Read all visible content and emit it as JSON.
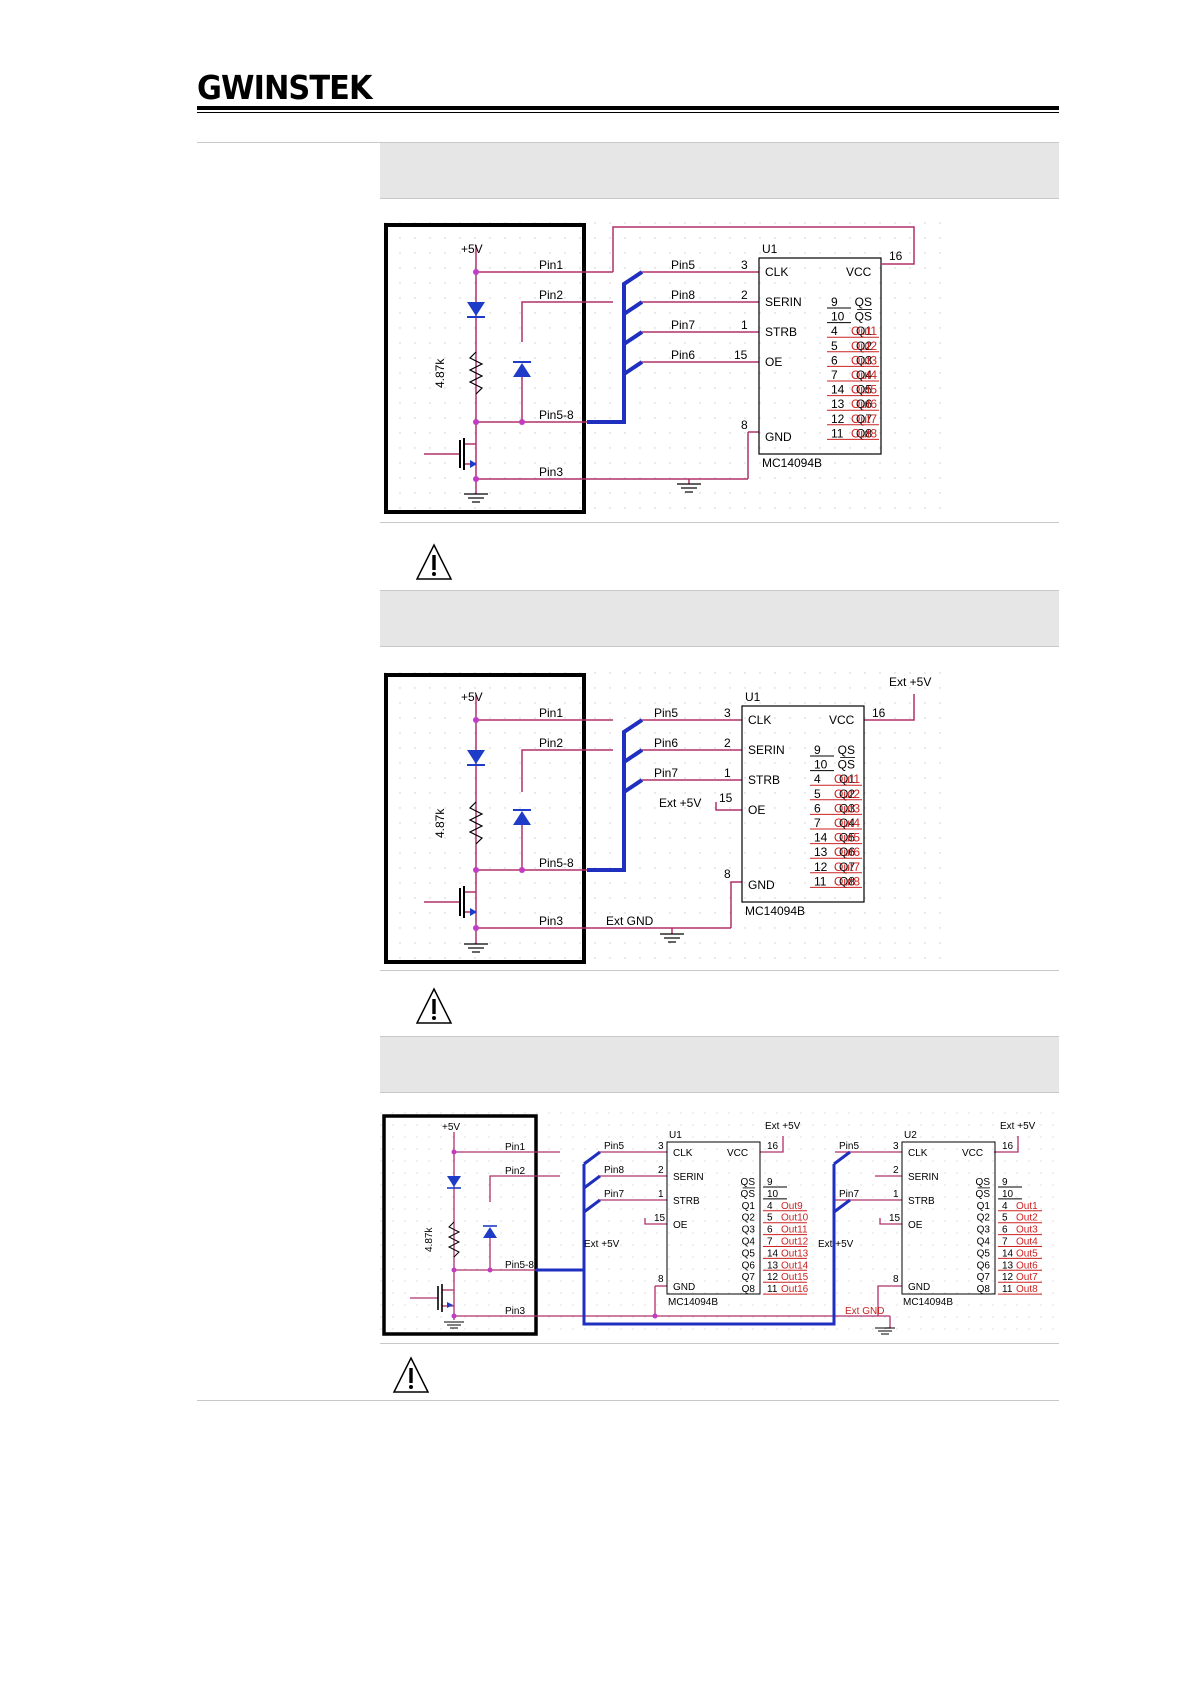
{
  "header": {
    "logo": "GWINSTEK"
  },
  "colors": {
    "wire": "#b0306a",
    "bus": "#1f2fc0",
    "out": "#cc2222",
    "diode": "#1e3cc8",
    "node": "#c23cc2"
  },
  "icons": {
    "warning": "warning-triangle-icon"
  },
  "schematic1": {
    "supply": "+5V",
    "resistor": "4.87k",
    "pins": {
      "pin1": "Pin1",
      "pin2": "Pin2",
      "pin58": "Pin5-8",
      "pin3": "Pin3",
      "pin5": "Pin5",
      "pin8": "Pin8",
      "pin7": "Pin7",
      "pin6": "Pin6"
    },
    "pinnums": {
      "clk": "3",
      "serin": "2",
      "strb": "1",
      "oe": "15",
      "gnd": "8",
      "vcc": "16"
    },
    "chip": {
      "ref": "U1",
      "part": "MC14094B",
      "clk": "CLK",
      "serin": "SERIN",
      "strb": "STRB",
      "oe": "OE",
      "gnd": "GND",
      "vcc": "VCC",
      "right": [
        "QS",
        "QS",
        "Q1",
        "Q2",
        "Q3",
        "Q4",
        "Q5",
        "Q6",
        "Q7",
        "Q8"
      ]
    },
    "rnums": [
      "9",
      "10",
      "4",
      "5",
      "6",
      "7",
      "14",
      "13",
      "12",
      "11"
    ],
    "outs": [
      "Out1",
      "Out2",
      "Out3",
      "Out4",
      "Out5",
      "Out6",
      "Out7",
      "Out8"
    ]
  },
  "schematic2": {
    "supply": "+5V",
    "resistor": "4.87k",
    "ext5v": "Ext +5V",
    "extgnd": "Ext GND",
    "pins": {
      "pin1": "Pin1",
      "pin2": "Pin2",
      "pin58": "Pin5-8",
      "pin3": "Pin3",
      "pin5": "Pin5",
      "pin6": "Pin6",
      "pin7": "Pin7"
    },
    "pinnums": {
      "clk": "3",
      "serin": "2",
      "strb": "1",
      "oe": "15",
      "gnd": "8",
      "vcc": "16"
    },
    "chip": {
      "ref": "U1",
      "part": "MC14094B",
      "clk": "CLK",
      "serin": "SERIN",
      "strb": "STRB",
      "oe": "OE",
      "gnd": "GND",
      "vcc": "VCC",
      "right": [
        "QS",
        "QS",
        "Q1",
        "Q2",
        "Q3",
        "Q4",
        "Q5",
        "Q6",
        "Q7",
        "Q8"
      ]
    },
    "rnums": [
      "9",
      "10",
      "4",
      "5",
      "6",
      "7",
      "14",
      "13",
      "12",
      "11"
    ],
    "outs": [
      "Out1",
      "Out2",
      "Out3",
      "Out4",
      "Out5",
      "Out6",
      "Out7",
      "Out8"
    ]
  },
  "schematic3": {
    "supply": "+5V",
    "resistor": "4.87k",
    "ext5v": "Ext +5V",
    "extgnd": "Ext GND",
    "pins": {
      "pin1": "Pin1",
      "pin2": "Pin2",
      "pin58": "Pin5-8",
      "pin3": "Pin3",
      "pin5": "Pin5",
      "pin8": "Pin8",
      "pin7": "Pin7"
    },
    "chips": [
      {
        "ref": "U1",
        "part": "MC14094B",
        "clk": "CLK",
        "serin": "SERIN",
        "strb": "STRB",
        "oe": "OE",
        "gnd": "GND",
        "vcc": "VCC",
        "right": [
          "QS",
          "QS",
          "Q1",
          "Q2",
          "Q3",
          "Q4",
          "Q5",
          "Q6",
          "Q7",
          "Q8"
        ],
        "rnums": [
          "9",
          "10",
          "4",
          "5",
          "6",
          "7",
          "14",
          "13",
          "12",
          "11"
        ],
        "outs": [
          "Out9",
          "Out10",
          "Out11",
          "Out12",
          "Out13",
          "Out14",
          "Out15",
          "Out16"
        ],
        "inpins": [
          "Pin5",
          "Pin8",
          "Pin7"
        ],
        "innums": [
          "3",
          "2",
          "1",
          "15",
          "8",
          "16"
        ]
      },
      {
        "ref": "U2",
        "part": "MC14094B",
        "clk": "CLK",
        "serin": "SERIN",
        "strb": "STRB",
        "oe": "OE",
        "gnd": "GND",
        "vcc": "VCC",
        "right": [
          "QS",
          "QS",
          "Q1",
          "Q2",
          "Q3",
          "Q4",
          "Q5",
          "Q6",
          "Q7",
          "Q8"
        ],
        "rnums": [
          "9",
          "10",
          "4",
          "5",
          "6",
          "7",
          "14",
          "13",
          "12",
          "11"
        ],
        "outs": [
          "Out1",
          "Out2",
          "Out3",
          "Out4",
          "Out5",
          "Out6",
          "Out7",
          "Out8"
        ],
        "inpins": [
          "Pin5",
          "",
          "Pin7"
        ],
        "innums": [
          "3",
          "2",
          "1",
          "15",
          "8",
          "16"
        ]
      }
    ]
  }
}
